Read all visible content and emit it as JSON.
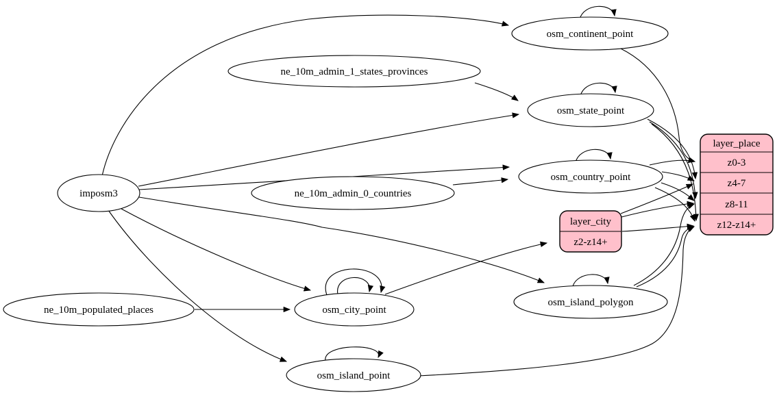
{
  "diagram": {
    "type": "etl-graph",
    "colors": {
      "background": "#ffffff",
      "node_fill": "#ffffff",
      "record_fill": "#ffc0cb",
      "edge": "#000000"
    },
    "nodes": [
      {
        "id": "imposm3",
        "label": "imposm3",
        "shape": "ellipse"
      },
      {
        "id": "ne_10m_admin_1_states_provinces",
        "label": "ne_10m_admin_1_states_provinces",
        "shape": "ellipse"
      },
      {
        "id": "ne_10m_admin_0_countries",
        "label": "ne_10m_admin_0_countries",
        "shape": "ellipse"
      },
      {
        "id": "ne_10m_populated_places",
        "label": "ne_10m_populated_places",
        "shape": "ellipse"
      },
      {
        "id": "osm_continent_point",
        "label": "osm_continent_point",
        "shape": "ellipse"
      },
      {
        "id": "osm_state_point",
        "label": "osm_state_point",
        "shape": "ellipse"
      },
      {
        "id": "osm_country_point",
        "label": "osm_country_point",
        "shape": "ellipse"
      },
      {
        "id": "osm_city_point",
        "label": "osm_city_point",
        "shape": "ellipse"
      },
      {
        "id": "osm_island_polygon",
        "label": "osm_island_polygon",
        "shape": "ellipse"
      },
      {
        "id": "osm_island_point",
        "label": "osm_island_point",
        "shape": "ellipse"
      }
    ],
    "records": {
      "layer_place": {
        "title": "layer_place",
        "rows": [
          "z0-3",
          "z4-7",
          "z8-11",
          "z12-z14+"
        ]
      },
      "layer_city": {
        "title": "layer_city",
        "rows": [
          "z2-z14+"
        ]
      }
    },
    "edges": [
      {
        "from": "imposm3",
        "to": "osm_continent_point"
      },
      {
        "from": "imposm3",
        "to": "osm_state_point"
      },
      {
        "from": "imposm3",
        "to": "osm_country_point"
      },
      {
        "from": "imposm3",
        "to": "osm_city_point"
      },
      {
        "from": "imposm3",
        "to": "osm_island_polygon"
      },
      {
        "from": "imposm3",
        "to": "osm_island_point"
      },
      {
        "from": "ne_10m_admin_1_states_provinces",
        "to": "osm_state_point"
      },
      {
        "from": "ne_10m_admin_0_countries",
        "to": "osm_country_point"
      },
      {
        "from": "ne_10m_populated_places",
        "to": "osm_city_point"
      },
      {
        "from": "osm_continent_point",
        "to": "osm_continent_point"
      },
      {
        "from": "osm_state_point",
        "to": "osm_state_point"
      },
      {
        "from": "osm_country_point",
        "to": "osm_country_point"
      },
      {
        "from": "osm_city_point",
        "to": "osm_city_point"
      },
      {
        "from": "osm_city_point",
        "to": "osm_city_point"
      },
      {
        "from": "osm_island_polygon",
        "to": "osm_island_polygon"
      },
      {
        "from": "osm_island_point",
        "to": "osm_island_point"
      },
      {
        "from": "osm_continent_point",
        "to": "layer_place:z0-3"
      },
      {
        "from": "osm_country_point",
        "to": "layer_place:z0-3"
      },
      {
        "from": "osm_country_point",
        "to": "layer_place:z4-7"
      },
      {
        "from": "osm_country_point",
        "to": "layer_place:z8-11"
      },
      {
        "from": "osm_country_point",
        "to": "layer_place:z12-z14+"
      },
      {
        "from": "osm_state_point",
        "to": "layer_place:z4-7"
      },
      {
        "from": "osm_state_point",
        "to": "layer_place:z8-11"
      },
      {
        "from": "osm_state_point",
        "to": "layer_place:z12-z14+"
      },
      {
        "from": "osm_city_point",
        "to": "layer_city:z2-z14+"
      },
      {
        "from": "osm_city_point",
        "to": "layer_place:z4-7"
      },
      {
        "from": "osm_city_point",
        "to": "layer_place:z8-11"
      },
      {
        "from": "osm_city_point",
        "to": "layer_place:z12-z14+"
      },
      {
        "from": "osm_island_polygon",
        "to": "layer_place:z8-11"
      },
      {
        "from": "osm_island_polygon",
        "to": "layer_place:z12-z14+"
      },
      {
        "from": "osm_island_point",
        "to": "layer_place:z12-z14+"
      }
    ]
  }
}
